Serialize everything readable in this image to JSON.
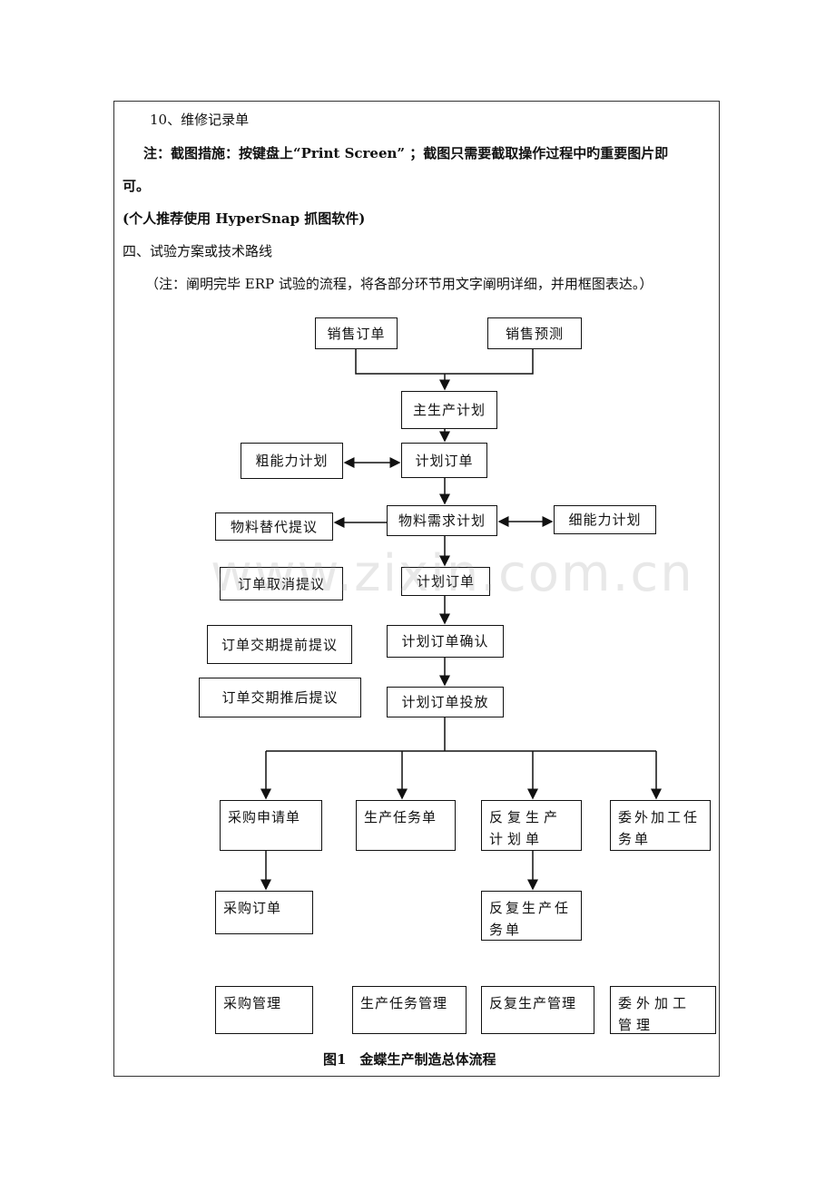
{
  "text": {
    "item10": "10、维修记录单",
    "note": "注：截图措施：按键盘上“Print Screen” ；截图只需要截取操作过程中旳重要图片即",
    "note_cont": "可。",
    "recommend": "(个人推荐使用 HyperSnap 抓图软件)",
    "section4": "四、试验方案或技术路线",
    "section4_note": "（注：阐明完毕 ERP 试验的流程，将各部分环节用文字阐明详细，并用框图表达。）"
  },
  "diagram": {
    "nodes": {
      "sales_order": "销售订单",
      "sales_forecast": "销售预测",
      "mps": "主生产计划",
      "rccp": "粗能力计划",
      "planned_order1": "计划订单",
      "mrp": "物料需求计划",
      "substitute": "物料替代提议",
      "crp": "细能力计划",
      "cancel": "订单取消提议",
      "planned_order2": "计划订单",
      "advance": "订单交期提前提议",
      "confirm": "计划订单确认",
      "postpone": "订单交期推后提议",
      "release": "计划订单投放",
      "purchase_req": "采购申请单",
      "production_task": "生产任务单",
      "repetitive_plan": "反复生产计划单",
      "outsource_task": "委外加工任务单",
      "purchase_order": "采购订单",
      "repetitive_task": "反复生产任务单",
      "purchase_mgmt": "采购管理",
      "production_mgmt": "生产任务管理",
      "repetitive_mgmt": "反复生产管理",
      "outsource_mgmt": "委外加工管理"
    },
    "caption": "图1　金蝶生产制造总体流程"
  },
  "watermark": "www.zixin.com.cn"
}
